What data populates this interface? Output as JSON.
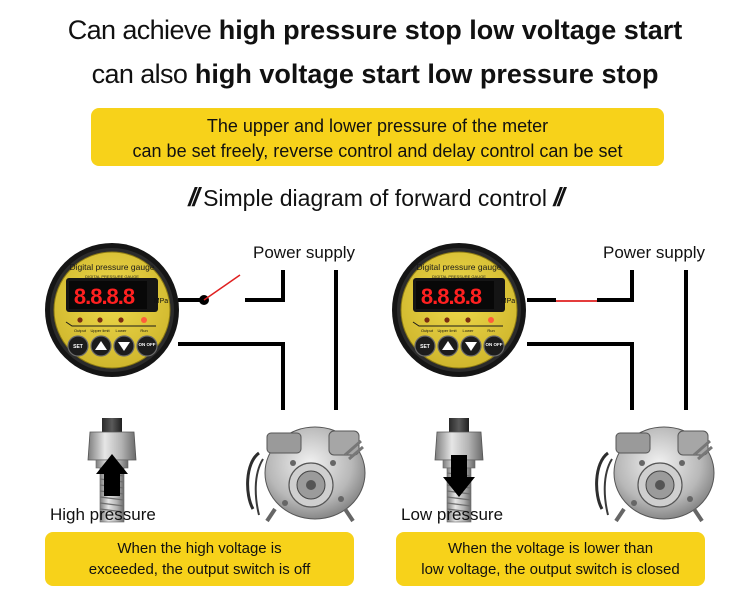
{
  "headline": {
    "line1_light": "Can achieve",
    "line1_bold": "high pressure stop low voltage start",
    "line2_light": "can also",
    "line2_bold": "high voltage start low pressure stop"
  },
  "subtitle_box": {
    "line1": "The upper and lower pressure of the meter",
    "line2": "can be set freely, reverse control and delay control can be set"
  },
  "section_title": {
    "slashes_left": "//",
    "text": "Simple diagram of forward control",
    "slashes_right": "//"
  },
  "gauge": {
    "title": "Digital pressure gauge",
    "subtitle": "DIGITAL PRESSURE GAUGE",
    "display": "8.8.8.8",
    "unit": "MPa",
    "indicators": [
      "Output",
      "Upper limit",
      "Lower",
      "Run"
    ],
    "buttons": [
      "SET",
      "▲",
      "▼",
      "ON OFF"
    ]
  },
  "left_panel": {
    "power_label": "Power supply",
    "pressure_label": "High pressure",
    "arrow_direction": "up",
    "switch_state": "open",
    "caption_line1": "When the high voltage is",
    "caption_line2": "exceeded, the output switch is off"
  },
  "right_panel": {
    "power_label": "Power supply",
    "pressure_label": "Low pressure",
    "arrow_direction": "down",
    "switch_state": "closed",
    "caption_line1": "When the voltage is lower than",
    "caption_line2": "low voltage, the output switch is closed"
  },
  "colors": {
    "accent_yellow": "#f7d21a",
    "gauge_face": "#e3cd3a",
    "display_bg": "#0b0b0b",
    "segment_red": "#ff2020",
    "switch_wire": "#e02020"
  }
}
